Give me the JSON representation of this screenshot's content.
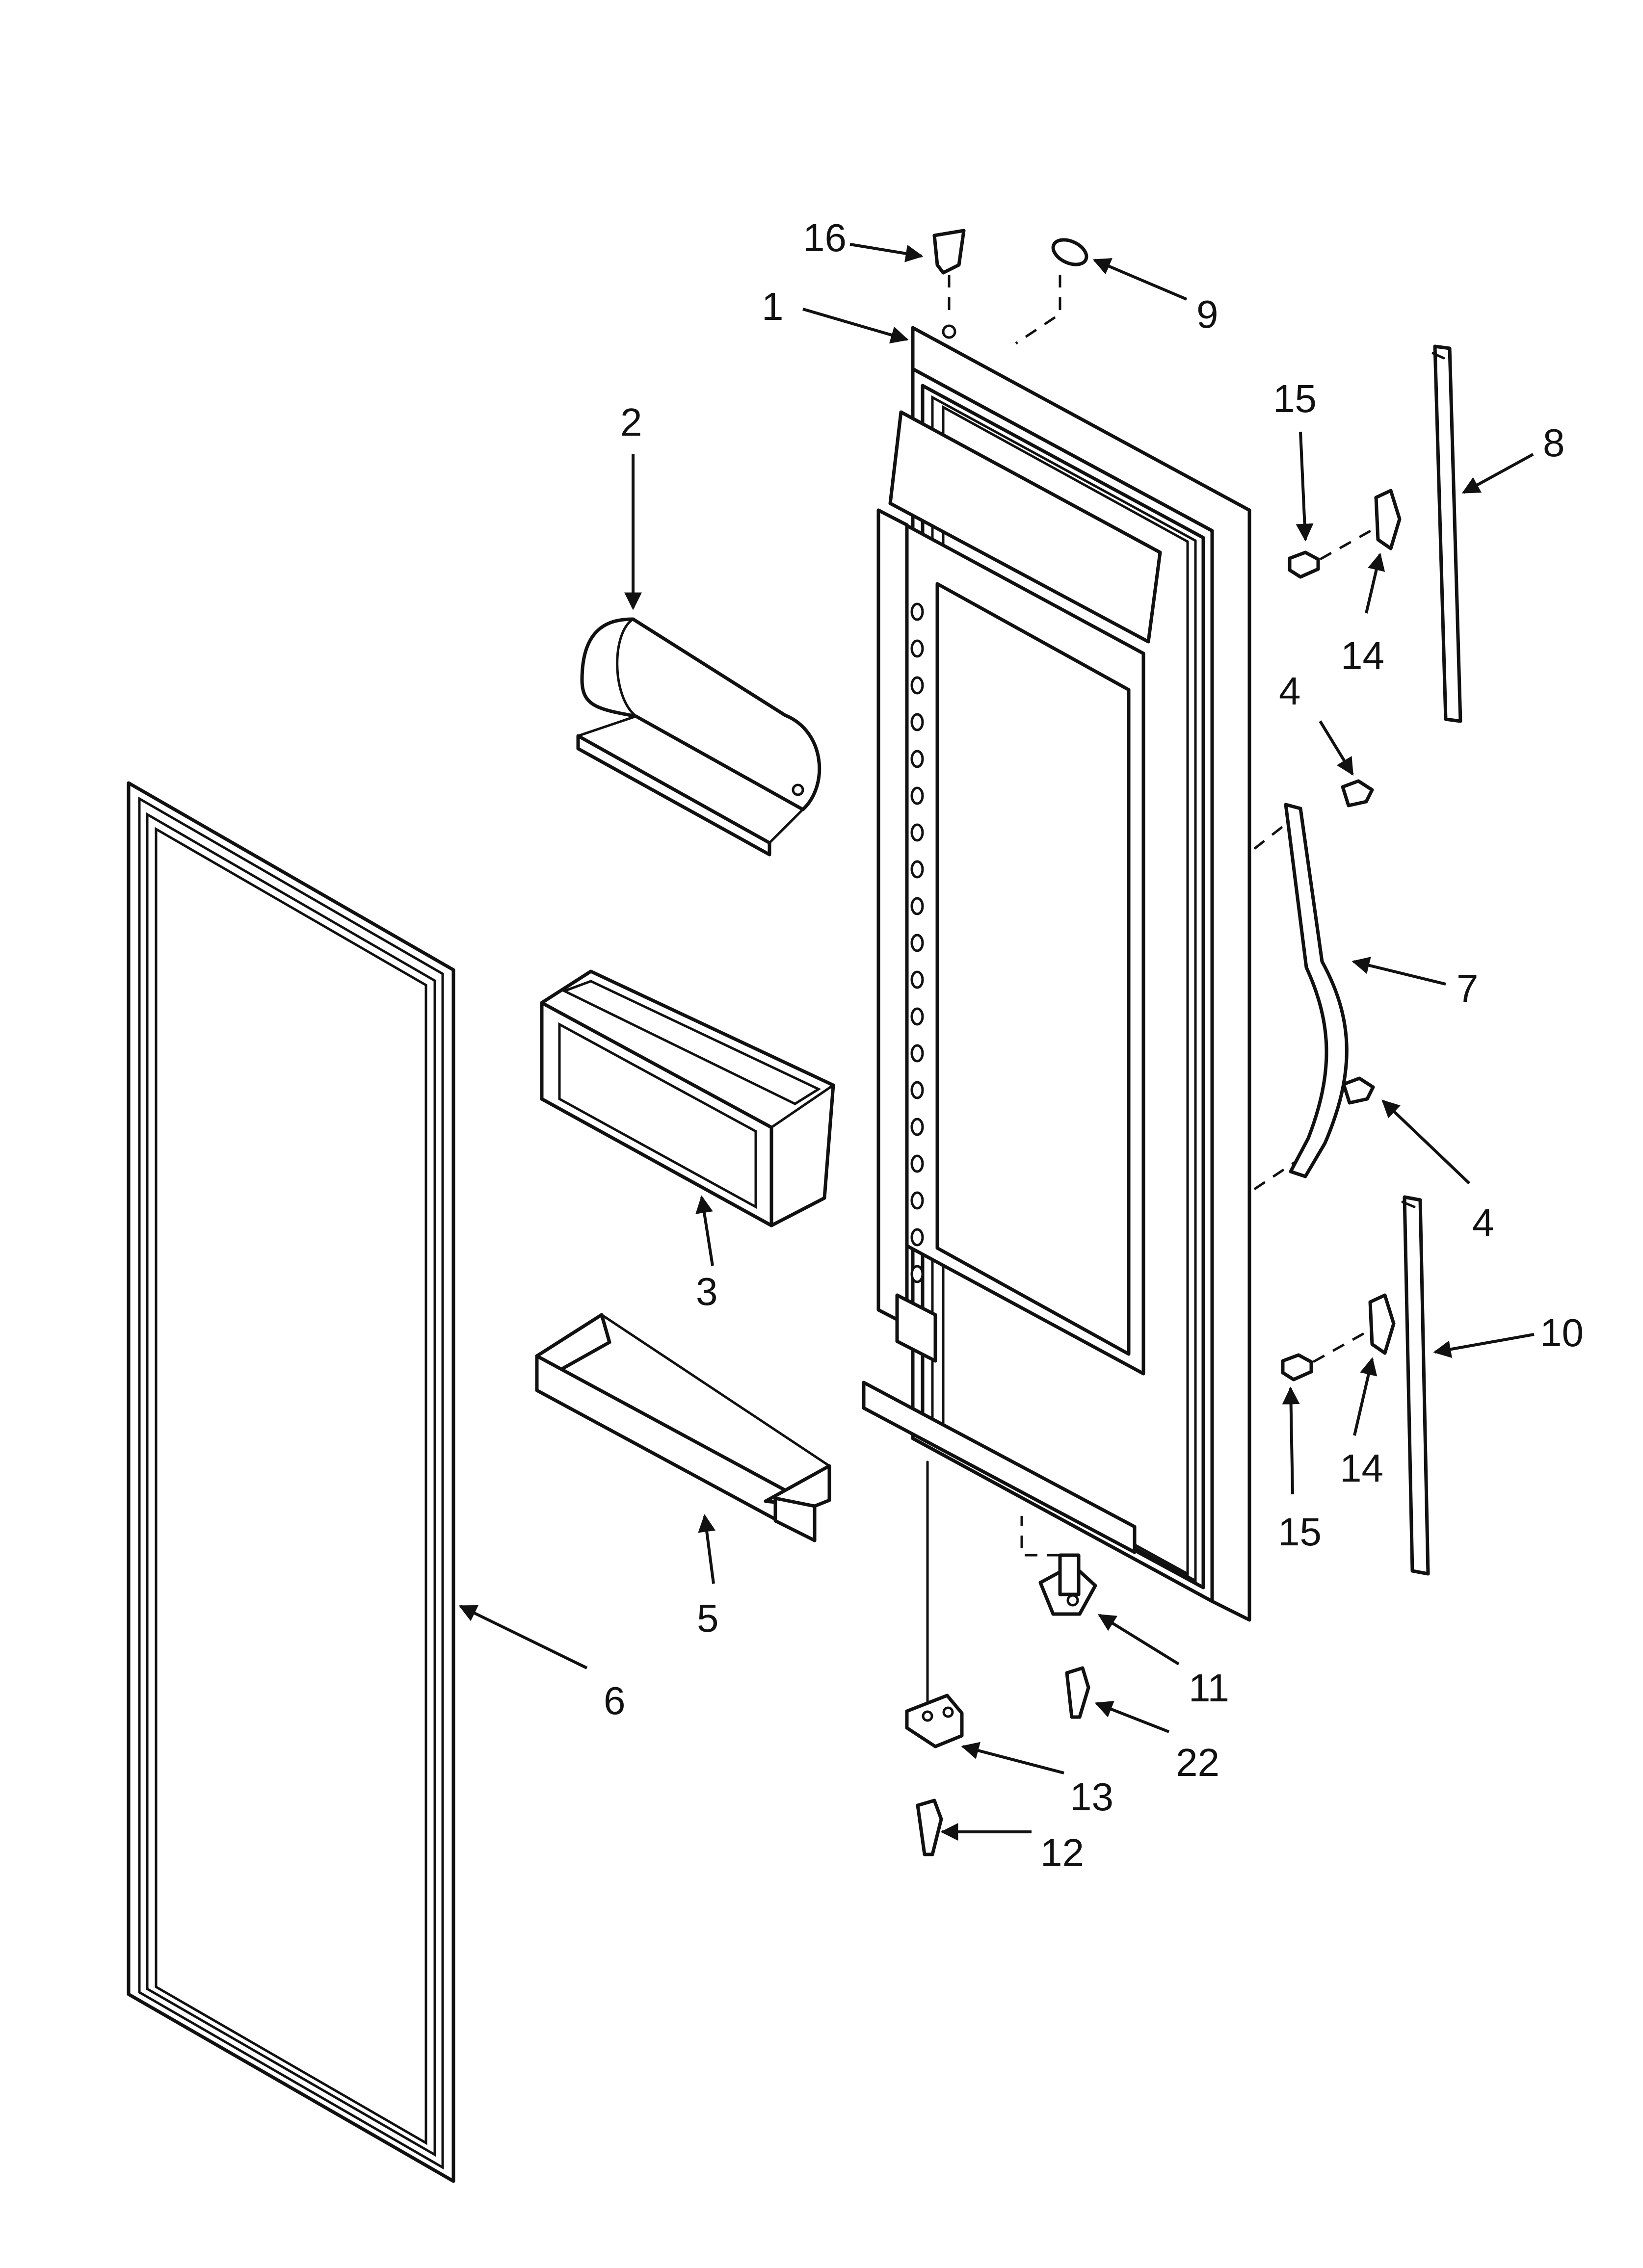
{
  "callouts": {
    "c1": "1",
    "c2": "2",
    "c3": "3",
    "c4a": "4",
    "c4b": "4",
    "c5": "5",
    "c6": "6",
    "c7": "7",
    "c8": "8",
    "c9": "9",
    "c10": "10",
    "c11": "11",
    "c12": "12",
    "c13": "13",
    "c14a": "14",
    "c14b": "14",
    "c15a": "15",
    "c15b": "15",
    "c16": "16",
    "c22": "22"
  }
}
